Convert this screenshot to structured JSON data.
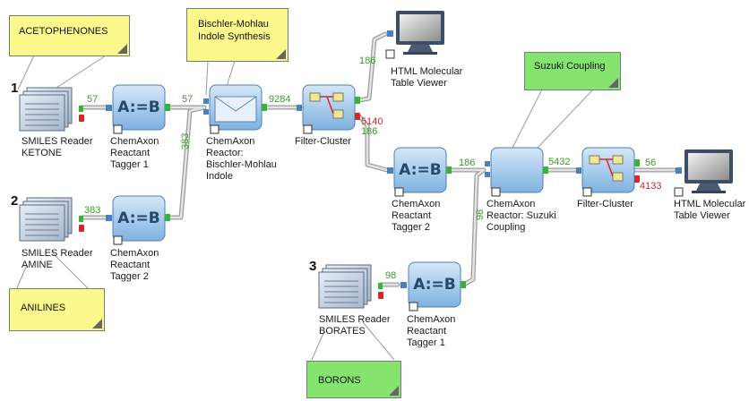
{
  "notes": {
    "acetophenones": "ACETOPHENONES",
    "bischler": "Bischler-Mohlau\nIndole Synthesis",
    "suzuki": "Suzuki Coupling",
    "anilines": "ANILINES",
    "borons": "BORONS"
  },
  "step_numbers": {
    "n1": "1",
    "n2": "2",
    "n3": "3"
  },
  "node_icon_text": {
    "tagger": "A:=B"
  },
  "nodes": {
    "smiles_ketone": "SMILES Reader\nKETONE",
    "tagger1": "ChemAxon\nReactant\nTagger 1",
    "reactor_bischler": "ChemAxon\nReactor:\nBischler-Mohlau\nIndole",
    "filter1": "Filter-Cluster",
    "html_viewer1": "HTML Molecular\nTable Viewer",
    "smiles_amine": "SMILES Reader\nAMINE",
    "tagger2": "ChemAxon\nReactant\nTagger 2",
    "tagger2b": "ChemAxon\nReactant\nTagger 2",
    "reactor_suzuki": "ChemAxon\nReactor: Suzuki\nCoupling",
    "filter2": "Filter-Cluster",
    "html_viewer2": "HTML Molecular\nTable Viewer",
    "smiles_borates": "SMILES Reader\nBORATES",
    "tagger1b": "ChemAxon\nReactant\nTagger 1"
  },
  "counts": {
    "c57a": "57",
    "c57b": "57",
    "c383a": "383",
    "c383b": "383",
    "c9284": "9284",
    "c186a": "186",
    "c5140": "5140",
    "c186b": "186",
    "c186c": "186",
    "c98a": "98",
    "c98b": "98",
    "c5432": "5432",
    "c56": "56",
    "c4133": "4133"
  },
  "colors": {
    "count_green": "#3a9a2a",
    "count_red": "#cc2a2a",
    "note_yellow": "#fbf98c",
    "note_green": "#84e46e",
    "node_blue": "#a9cbea",
    "connector": "#b9b9b9"
  }
}
